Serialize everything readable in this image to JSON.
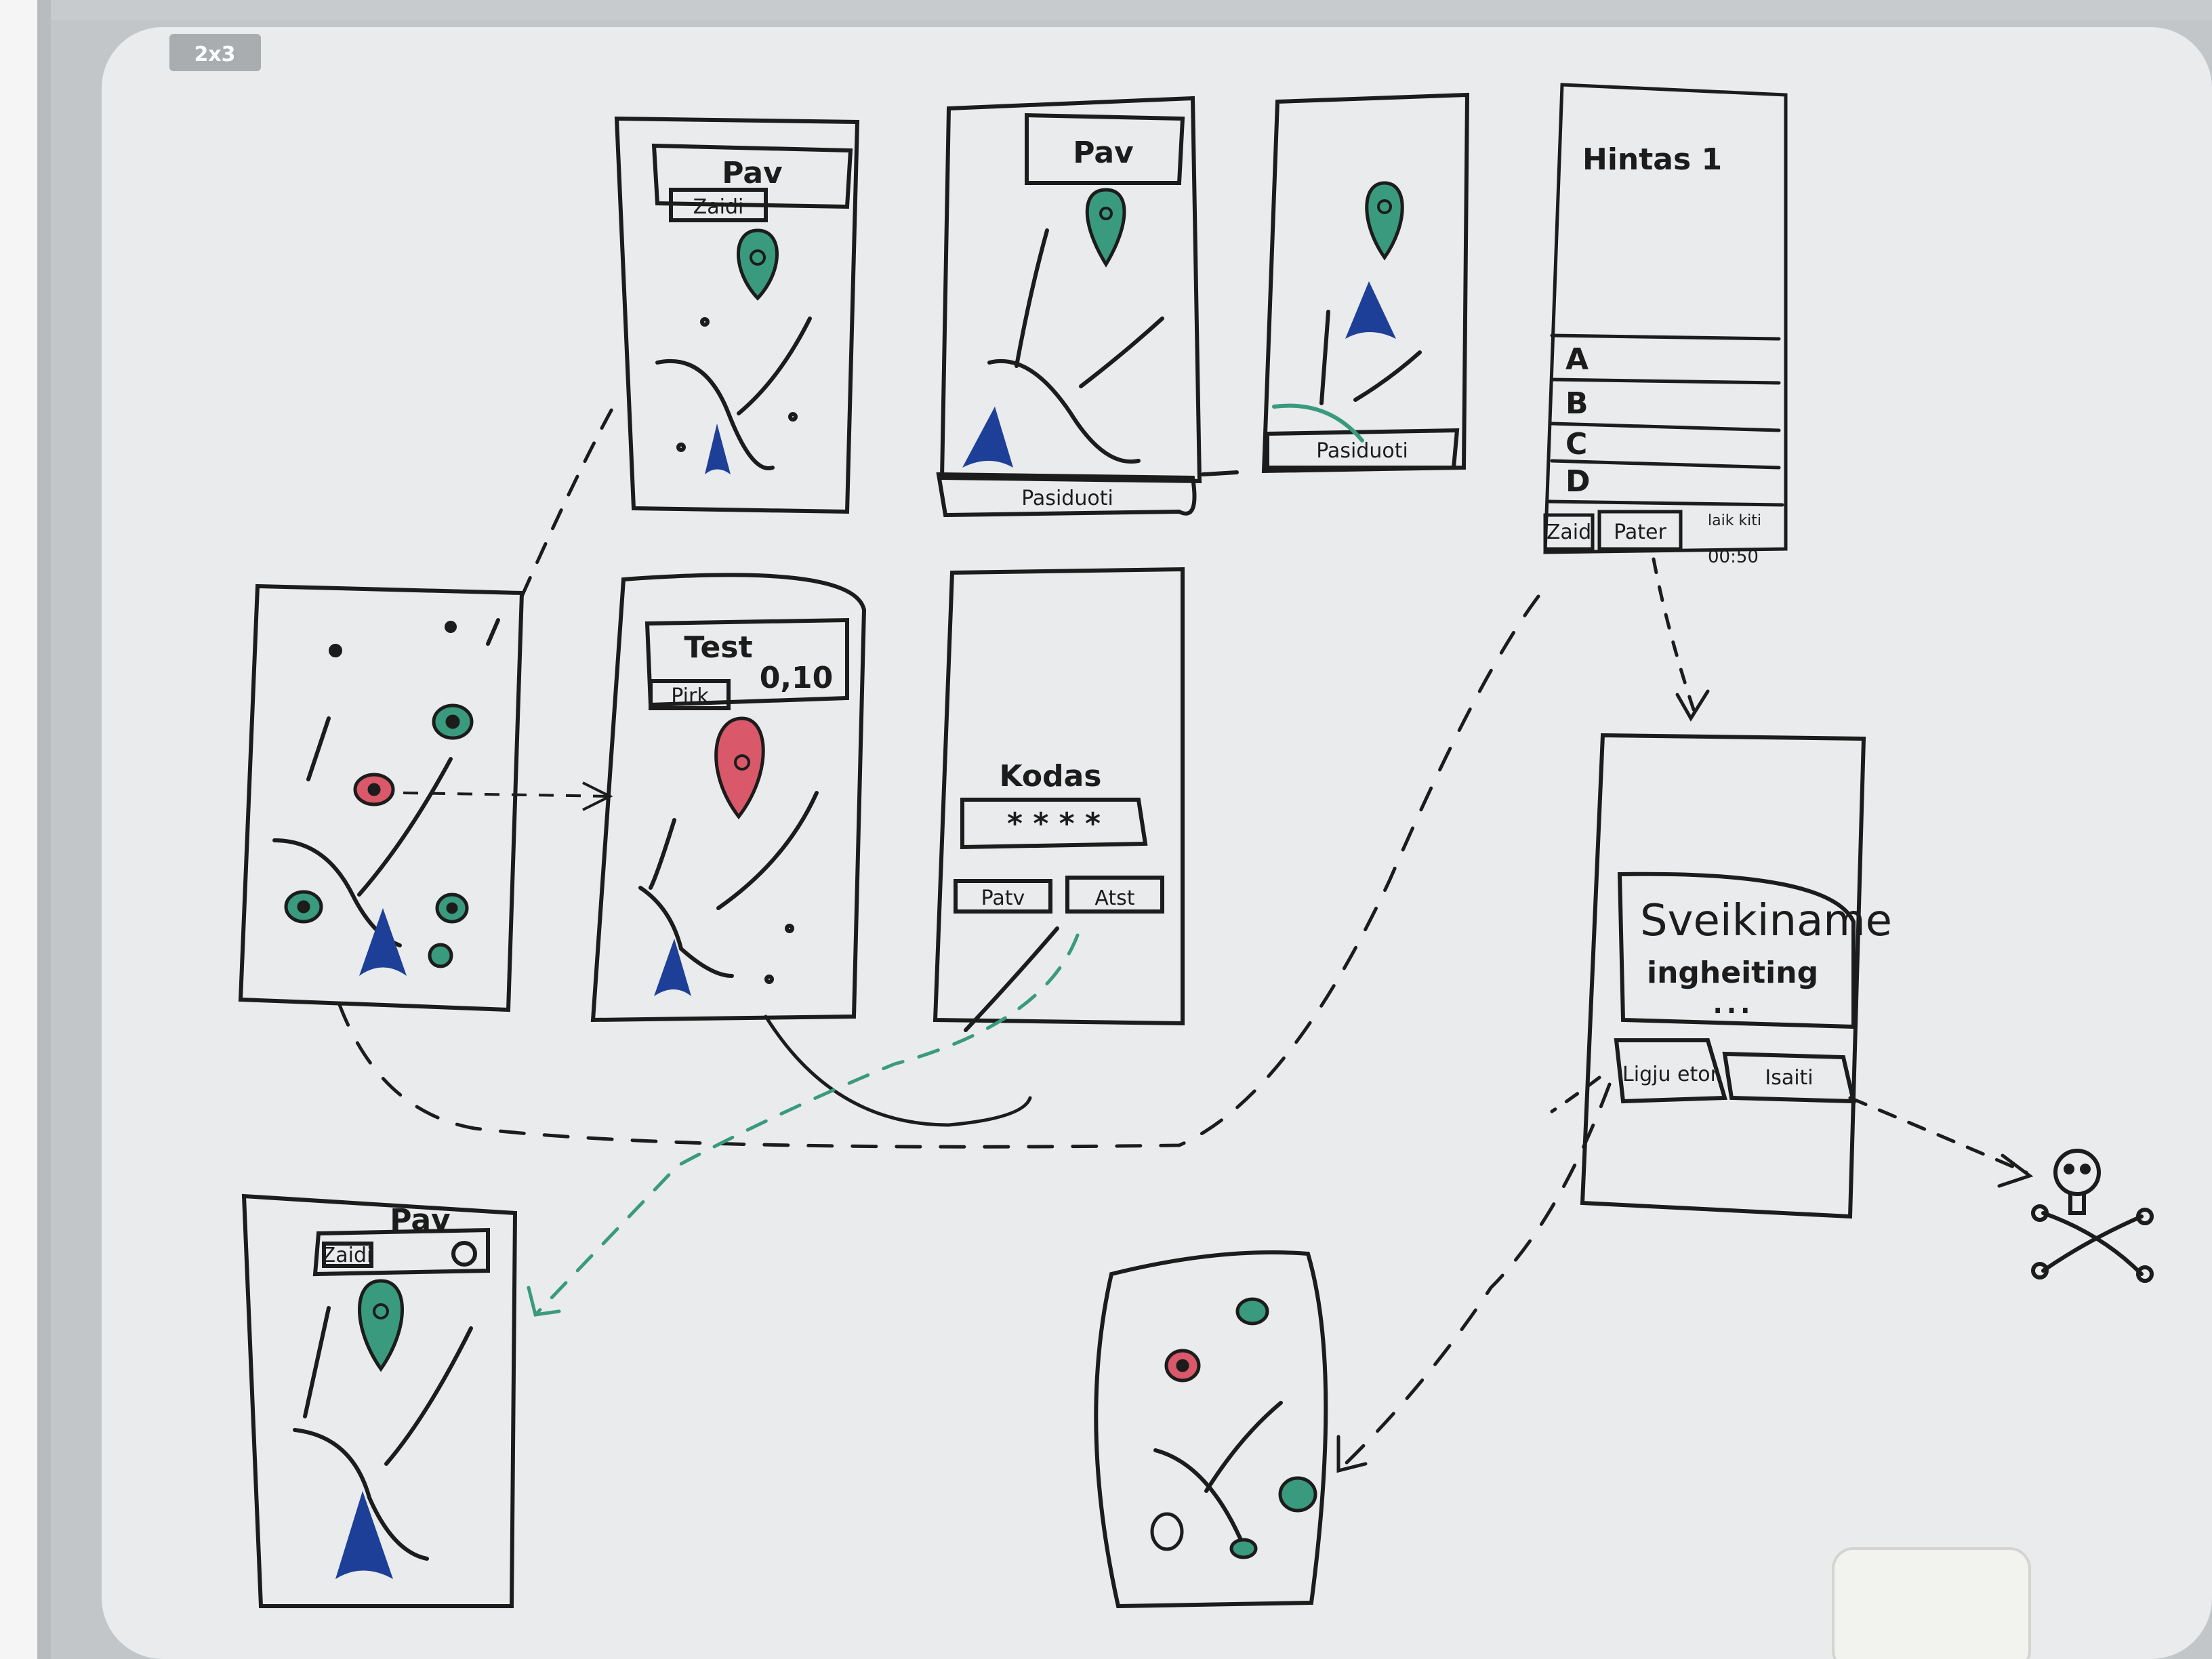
{
  "brand_logo": "2x3",
  "sketches": {
    "map_header": {
      "title": "Pav",
      "button": "Zaidi"
    },
    "map_plain": {
      "title": "Pav",
      "footer": "Pasiduoti"
    },
    "map_small": {
      "footer": "Pasiduoti"
    },
    "hints": {
      "title": "Hintas 1",
      "options": [
        "A",
        "B",
        "C",
        "D"
      ],
      "buttons": [
        "Zaid",
        "Pater"
      ],
      "timer_label": "laik kiti",
      "timer_value": "00:50"
    },
    "test_screen": {
      "title": "Test",
      "value": "0,10",
      "button": "Pirk"
    },
    "code_screen": {
      "label": "Kodas",
      "field": "* * * *",
      "buttons": [
        "Patv",
        "Atst"
      ]
    },
    "dialog_screen": {
      "message_line1": "Sveikiname",
      "message_line2": "ingheiting",
      "dots": "...",
      "buttons": [
        "Ligju etor",
        "Isaiti"
      ]
    },
    "bottom_map": {
      "title": "Pav",
      "button": "Zaidi"
    }
  },
  "colors": {
    "ink": "#1c1c1c",
    "green": "#3a9a7d",
    "blue": "#1e3f97",
    "red": "#d9596a",
    "board": "#e9ebec",
    "frame": "#bcc0c3"
  },
  "icons": [
    "location-pin-icon",
    "user-arrow-icon",
    "skull-crossbones-icon"
  ]
}
